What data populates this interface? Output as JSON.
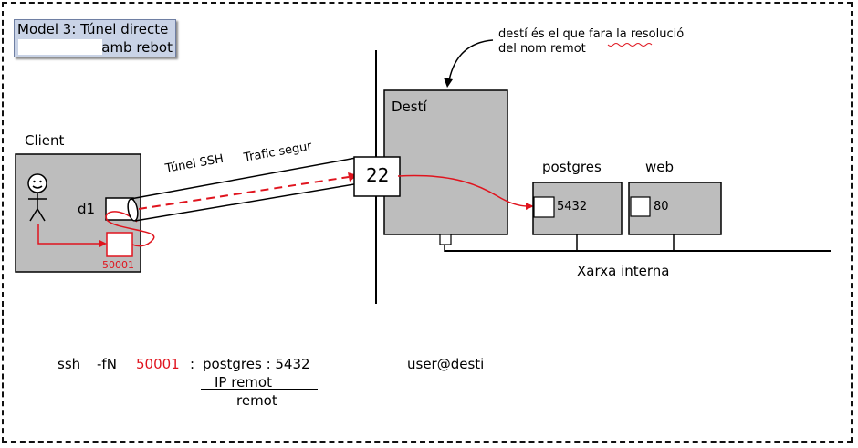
{
  "title": {
    "line1": "Model 3: Túnel directe",
    "line2": "amb rebot"
  },
  "annotation": {
    "line1": "destí és el que fara la resolució",
    "line2": "del nom remot"
  },
  "client": {
    "label": "Client",
    "d1": "d1",
    "port": "50001"
  },
  "tunnel": {
    "label1": "Túnel SSH",
    "label2": "Trafic segur"
  },
  "desti": {
    "label": "Destí",
    "port": "22"
  },
  "postgres": {
    "label": "postgres",
    "port": "5432"
  },
  "web": {
    "label": "web",
    "port": "80"
  },
  "network": {
    "label": "Xarxa interna"
  },
  "command": {
    "ssh": "ssh",
    "flag": "-fN",
    "port": "50001",
    "colon": ":",
    "target": "postgres : 5432",
    "user": "user@desti",
    "note1": "IP remot",
    "note2": "remot"
  },
  "colors": {
    "box_gray": "#bdbdbd",
    "red": "#e0141e",
    "title_bg": "#c9d3e6"
  }
}
